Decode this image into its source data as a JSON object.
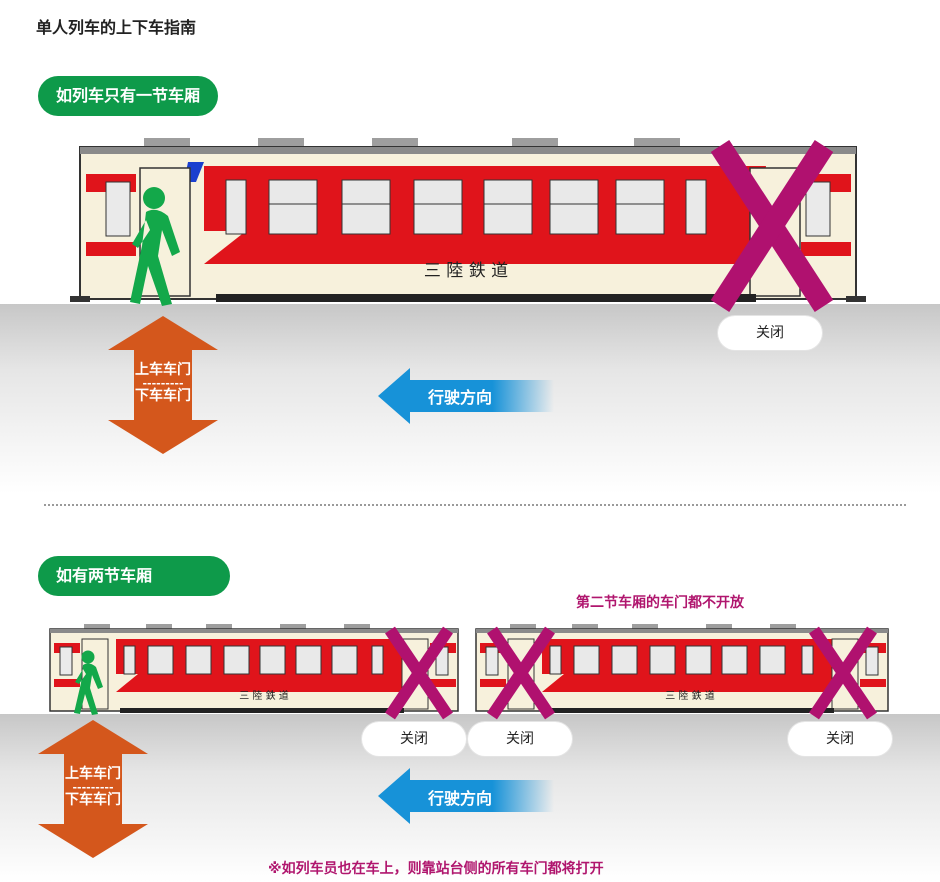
{
  "page_title": "单人列车的上下车指南",
  "section1": {
    "label": "如列车只有一节车厢",
    "car_name": "三 陸 鉄 道",
    "closed_label": "关闭",
    "door_arrow": {
      "top": "上车车门",
      "sep": "---------",
      "bottom": "下车车门"
    },
    "direction_label": "行驶方向"
  },
  "section2": {
    "label": "如有两节车厢",
    "note_second_car": "第二节车厢的车门都不开放",
    "car1_name": "三 陸 鉄 道",
    "car2_name": "三 陸 鉄 道",
    "closed_labels": [
      "关闭",
      "关闭",
      "关闭"
    ],
    "door_arrow": {
      "top": "上车车门",
      "sep": "---------",
      "bottom": "下车车门"
    },
    "direction_label": "行驶方向",
    "footnote": "※如列车员也在车上，则靠站台侧的所有车门都将打开"
  },
  "colors": {
    "green": "#0e9a4a",
    "train_red": "#e0141b",
    "train_cream": "#f7f1dc",
    "cross_magenta": "#b0116f",
    "door_arrow_orange": "#d4571c",
    "direction_blue": "#1792d8",
    "note_magenta": "#b0166e"
  },
  "icons": [
    "walking-person-icon",
    "close-cross-icon",
    "up-down-arrow-icon",
    "left-arrow-icon"
  ]
}
